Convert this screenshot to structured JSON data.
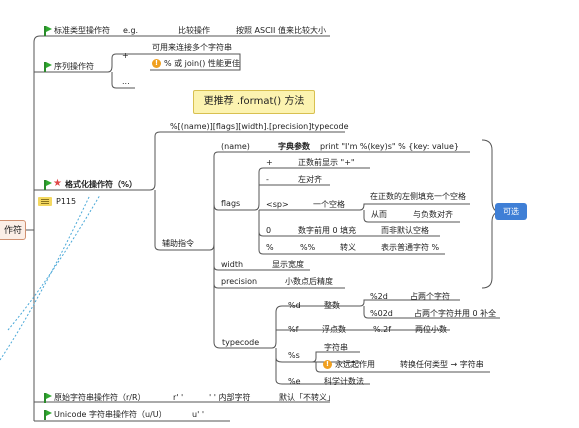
{
  "root": {
    "label": "作符"
  },
  "branches": {
    "standard": {
      "label": "标准类型操作符",
      "example": "e.g.",
      "op": "比较操作",
      "desc": "按照 ASCII 值来比较大小"
    },
    "sequence": {
      "label": "序列操作符",
      "plus": "+",
      "plus_desc": "可用来连接多个字符串",
      "plus_tip": "% 或 join() 性能更佳",
      "more": "..."
    },
    "format": {
      "label": "格式化操作符（%）",
      "page_ref": "P115",
      "callout": "更推荐 .format() 方法",
      "syntax": "%[(name)][flags][width].[precision]typecode",
      "helper": "辅助指令",
      "optional": "可选",
      "name": {
        "key": "(name)",
        "dict": "字典参数",
        "example": "print \"I'm %(key)s\" % {key: value}"
      },
      "flags": {
        "label": "flags",
        "items": [
          {
            "sym": "+",
            "desc": "正数前显示 \"+\""
          },
          {
            "sym": "-",
            "desc": "左对齐"
          },
          {
            "sym": "<sp>",
            "desc": "一个空格",
            "sub1": "在正数的左侧填充一个空格",
            "sub2a": "从而",
            "sub2b": "与负数对齐"
          },
          {
            "sym": "0",
            "desc": "数字前用 0 填充",
            "extra": "而非默认空格"
          },
          {
            "sym": "%",
            "desc": "%%",
            "extra": "转义",
            "extra2": "表示普通字符 %"
          }
        ]
      },
      "width": {
        "key": "width",
        "desc": "显示宽度"
      },
      "precision": {
        "key": "precision",
        "desc": "小数点后精度"
      },
      "typecode": {
        "label": "typecode",
        "d": {
          "key": "%d",
          "desc": "整数",
          "sub1k": "%2d",
          "sub1v": "占两个字符",
          "sub2k": "%02d",
          "sub2v": "占两个字符并用 0 补全"
        },
        "f": {
          "key": "%f",
          "desc": "浮点数",
          "subk": "%.2f",
          "subv": "两位小数"
        },
        "s": {
          "key": "%s",
          "desc": "字符串",
          "tip": "永远起作用",
          "tip_desc": "转换任何类型 → 字符串"
        },
        "e": {
          "key": "%e",
          "desc": "科学计数法"
        }
      }
    },
    "raw": {
      "label": "原始字符串操作符（r/R）",
      "prefix": "r' '",
      "inner": "' ' 内部字符",
      "desc": "默认「不转义」"
    },
    "unicode": {
      "label": "Unicode 字符串操作符（u/U）",
      "prefix": "u' '"
    }
  },
  "colors": {
    "line": "#555555",
    "accent_blue": "#3f7fd6",
    "flag_green": "#2fa82f",
    "callout_bg": "#fcf3b0"
  }
}
